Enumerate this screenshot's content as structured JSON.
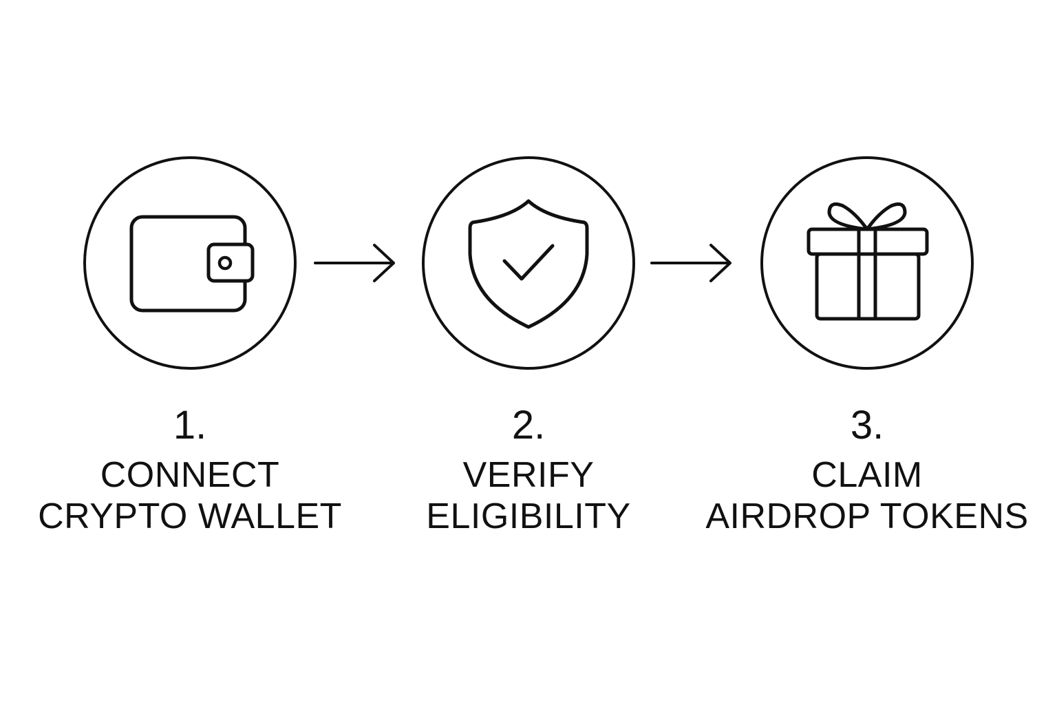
{
  "colors": {
    "background": "#ffffff",
    "ink": "#111111"
  },
  "steps": [
    {
      "number": "1.",
      "title_line1": "CONNECT",
      "title_line2": "CRYPTO WALLET",
      "icon": "wallet-icon"
    },
    {
      "number": "2.",
      "title_line1": "VERIFY",
      "title_line2": "ELIGIBILITY",
      "icon": "shield-check-icon"
    },
    {
      "number": "3.",
      "title_line1": "CLAIM",
      "title_line2": "AIRDROP TOKENS",
      "icon": "gift-icon"
    }
  ],
  "connectors": [
    {
      "icon": "arrow-right-icon"
    },
    {
      "icon": "arrow-right-icon"
    }
  ]
}
